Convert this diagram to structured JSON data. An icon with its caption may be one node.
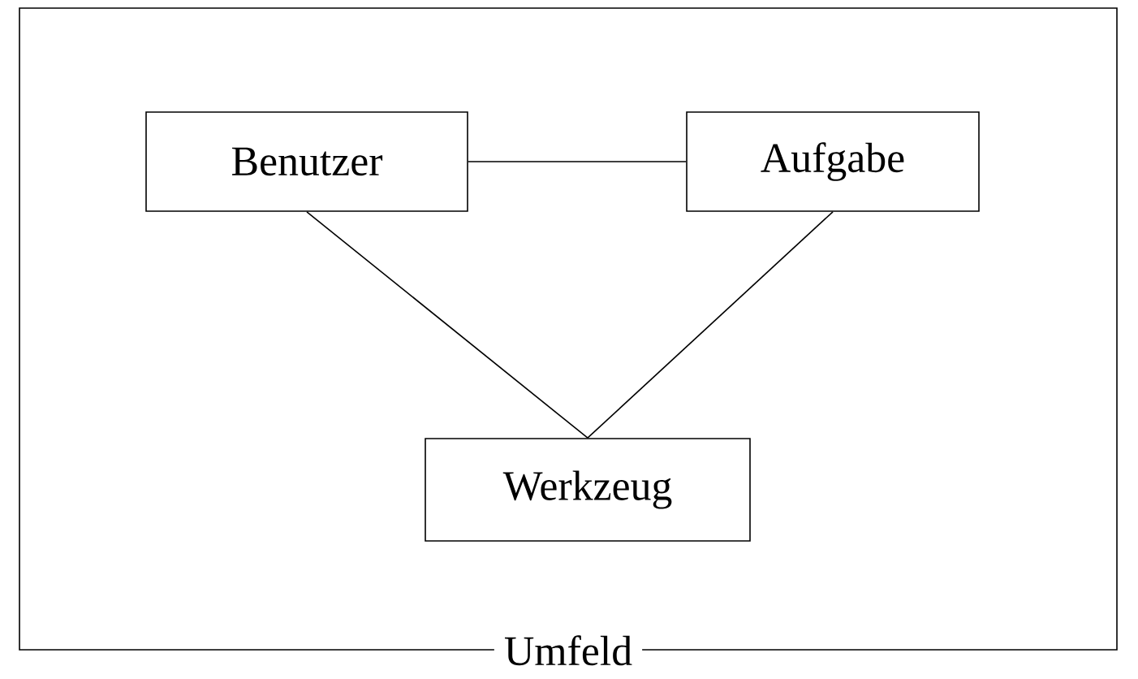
{
  "diagram": {
    "nodes": [
      {
        "text": [
          "Umfeld"
        ]
      },
      {
        "text": [
          "Benutzer"
        ],
        "in": 0
      },
      {
        "text": [
          "Aufgabe"
        ],
        "in": 0
      },
      {
        "text": [
          "Werkzeug"
        ],
        "in": 0
      }
    ],
    "edges": [
      {
        "from": 1,
        "to": 2,
        "arrow": "none"
      },
      {
        "from": 1,
        "to": 3,
        "arrow": "none"
      },
      {
        "from": 2,
        "to": 3,
        "arrow": "none"
      }
    ]
  }
}
